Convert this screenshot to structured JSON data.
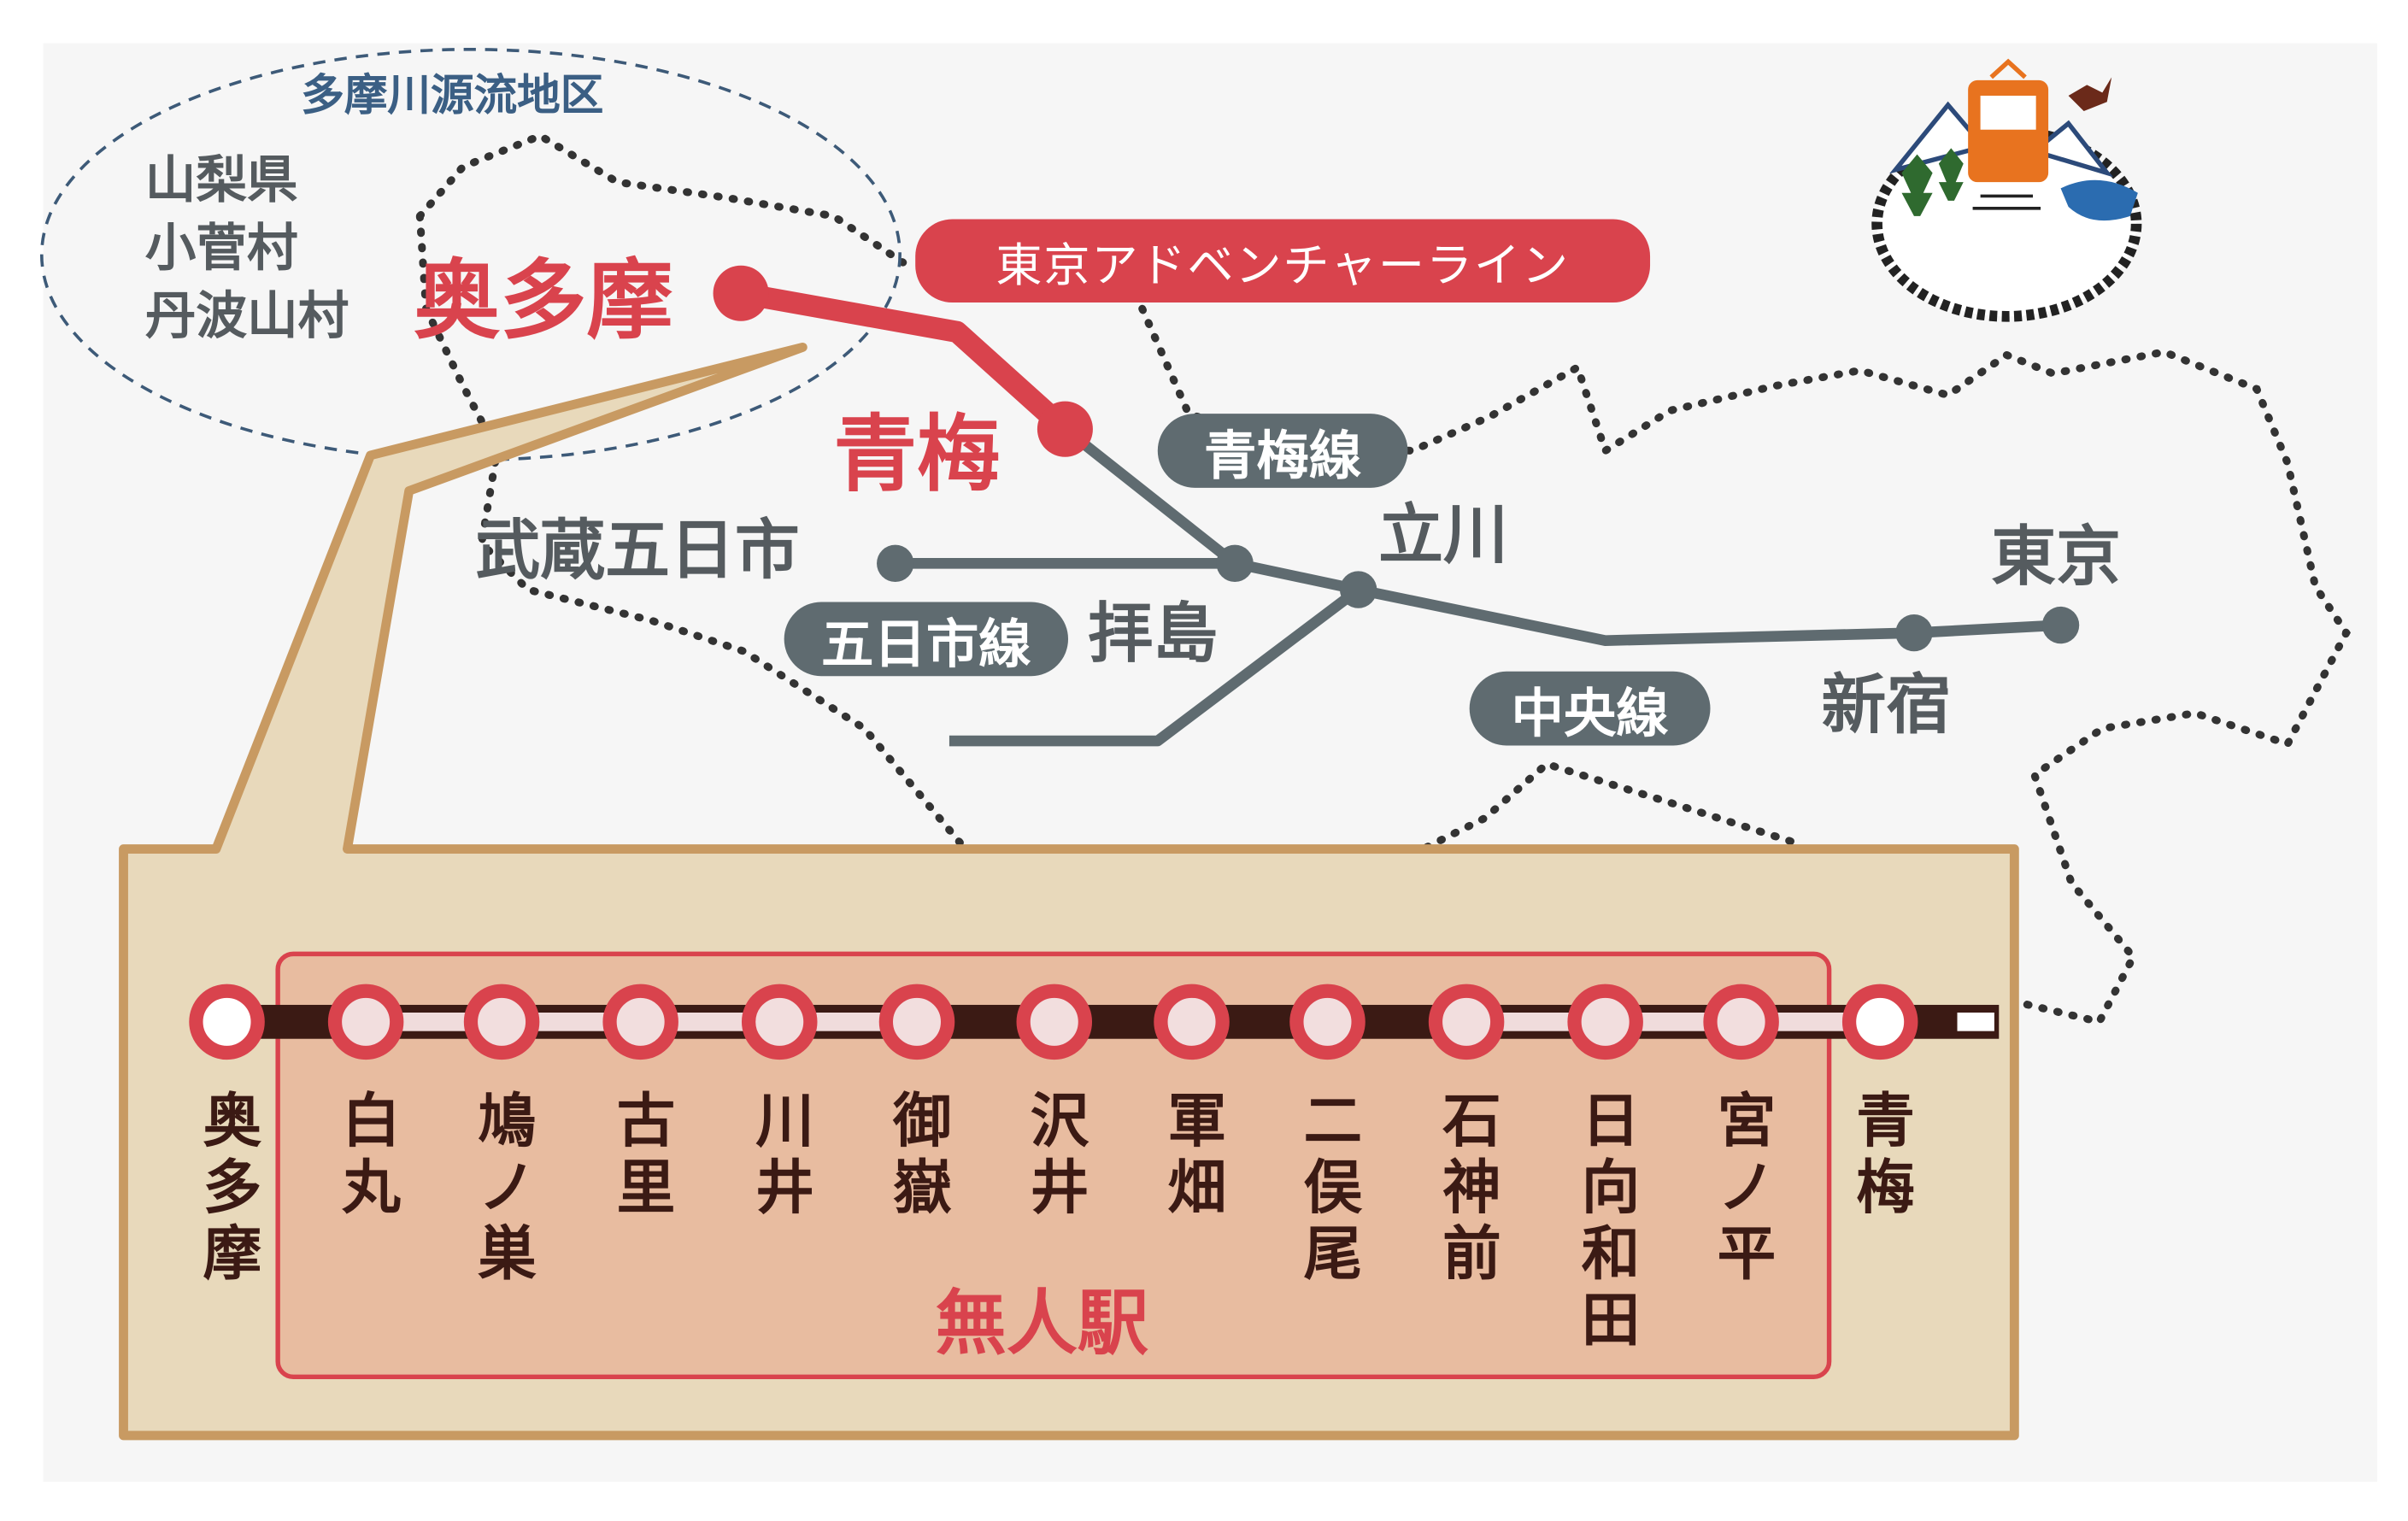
{
  "region": {
    "title": "多摩川源流地区",
    "places": [
      "山梨県",
      "小菅村",
      "丹波山村"
    ]
  },
  "map": {
    "okutama": "奥多摩",
    "ome": "青梅",
    "musashi_itsukaichi": "武蔵五日市",
    "haijima": "拝島",
    "tachikawa": "立川",
    "tokyo": "東京",
    "shinjuku": "新宿",
    "lines": {
      "adventure_line": "東京アドベンチャーライン",
      "ome_line": "青梅線",
      "itsukaichi_line": "五日市線",
      "chuo_line": "中央線"
    }
  },
  "logo": {
    "subtitle": "OME <=> OKUTAMA",
    "title": "東京アドベンチャーライン"
  },
  "stations": [
    {
      "name": "奥多摩",
      "unmanned": false
    },
    {
      "name": "白丸",
      "unmanned": true
    },
    {
      "name": "鳩ノ巣",
      "unmanned": true
    },
    {
      "name": "古里",
      "unmanned": true
    },
    {
      "name": "川井",
      "unmanned": true
    },
    {
      "name": "御嶽",
      "unmanned": true
    },
    {
      "name": "沢井",
      "unmanned": true
    },
    {
      "name": "軍畑",
      "unmanned": true
    },
    {
      "name": "二俣尾",
      "unmanned": true
    },
    {
      "name": "石神前",
      "unmanned": true
    },
    {
      "name": "日向和田",
      "unmanned": true
    },
    {
      "name": "宮ノ平",
      "unmanned": true
    },
    {
      "name": "青梅",
      "unmanned": false
    }
  ],
  "unmanned_label": "無人駅",
  "colors": {
    "red": "#d9434d",
    "gray": "#5f6b70",
    "track": "#3b1a14",
    "tan": "#e8d9bb",
    "pink": "#e8bca0",
    "blue": "#3d5a78"
  }
}
